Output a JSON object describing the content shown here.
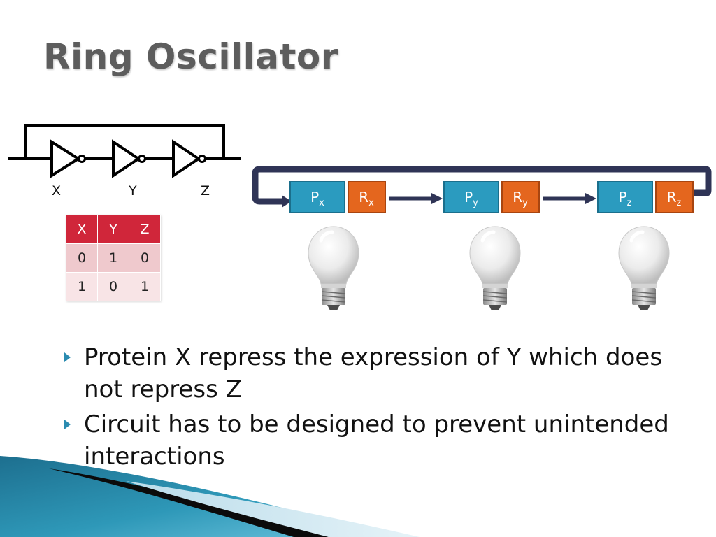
{
  "slide": {
    "title": "Ring Oscillator"
  },
  "circuit": {
    "labels": [
      "X",
      "Y",
      "Z"
    ]
  },
  "truth_table": {
    "headers": [
      "X",
      "Y",
      "Z"
    ],
    "rows": [
      [
        "0",
        "1",
        "0"
      ],
      [
        "1",
        "0",
        "1"
      ]
    ]
  },
  "genetic_circuit": {
    "promoters": [
      {
        "letter": "P",
        "sub": "x"
      },
      {
        "letter": "P",
        "sub": "y"
      },
      {
        "letter": "P",
        "sub": "z"
      }
    ],
    "genes": [
      {
        "letter": "R",
        "sub": "x"
      },
      {
        "letter": "R",
        "sub": "y"
      },
      {
        "letter": "R",
        "sub": "z"
      }
    ],
    "colors": {
      "promoter": "#2b9bbf",
      "gene": "#e4661e",
      "loop": "#2f3456"
    }
  },
  "bullets": [
    "Protein X repress the expression of Y which does not repress Z",
    "Circuit has to be designed to prevent unintended interactions"
  ]
}
